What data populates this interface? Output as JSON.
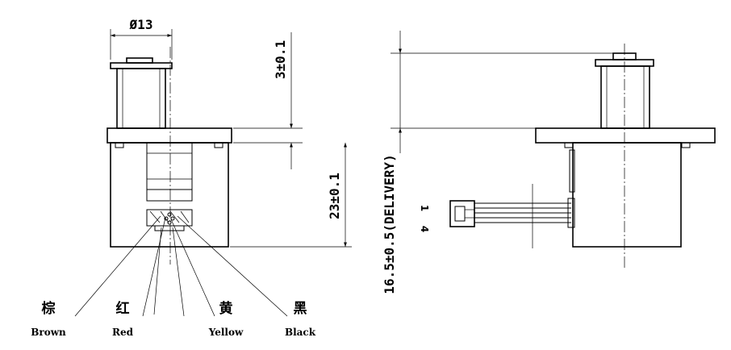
{
  "dimensions": {
    "diameter": "Ø13",
    "shaft_height": "3±0.1",
    "body_height": "23±0.1",
    "delivery_length": "16.5±0.5(DELIVERY)"
  },
  "pins": {
    "first": "1",
    "last": "4"
  },
  "wires": [
    {
      "cn": "棕",
      "en": "Brown"
    },
    {
      "cn": "红",
      "en": "Red"
    },
    {
      "cn": "黄",
      "en": "Yellow"
    },
    {
      "cn": "黑",
      "en": "Black"
    }
  ]
}
